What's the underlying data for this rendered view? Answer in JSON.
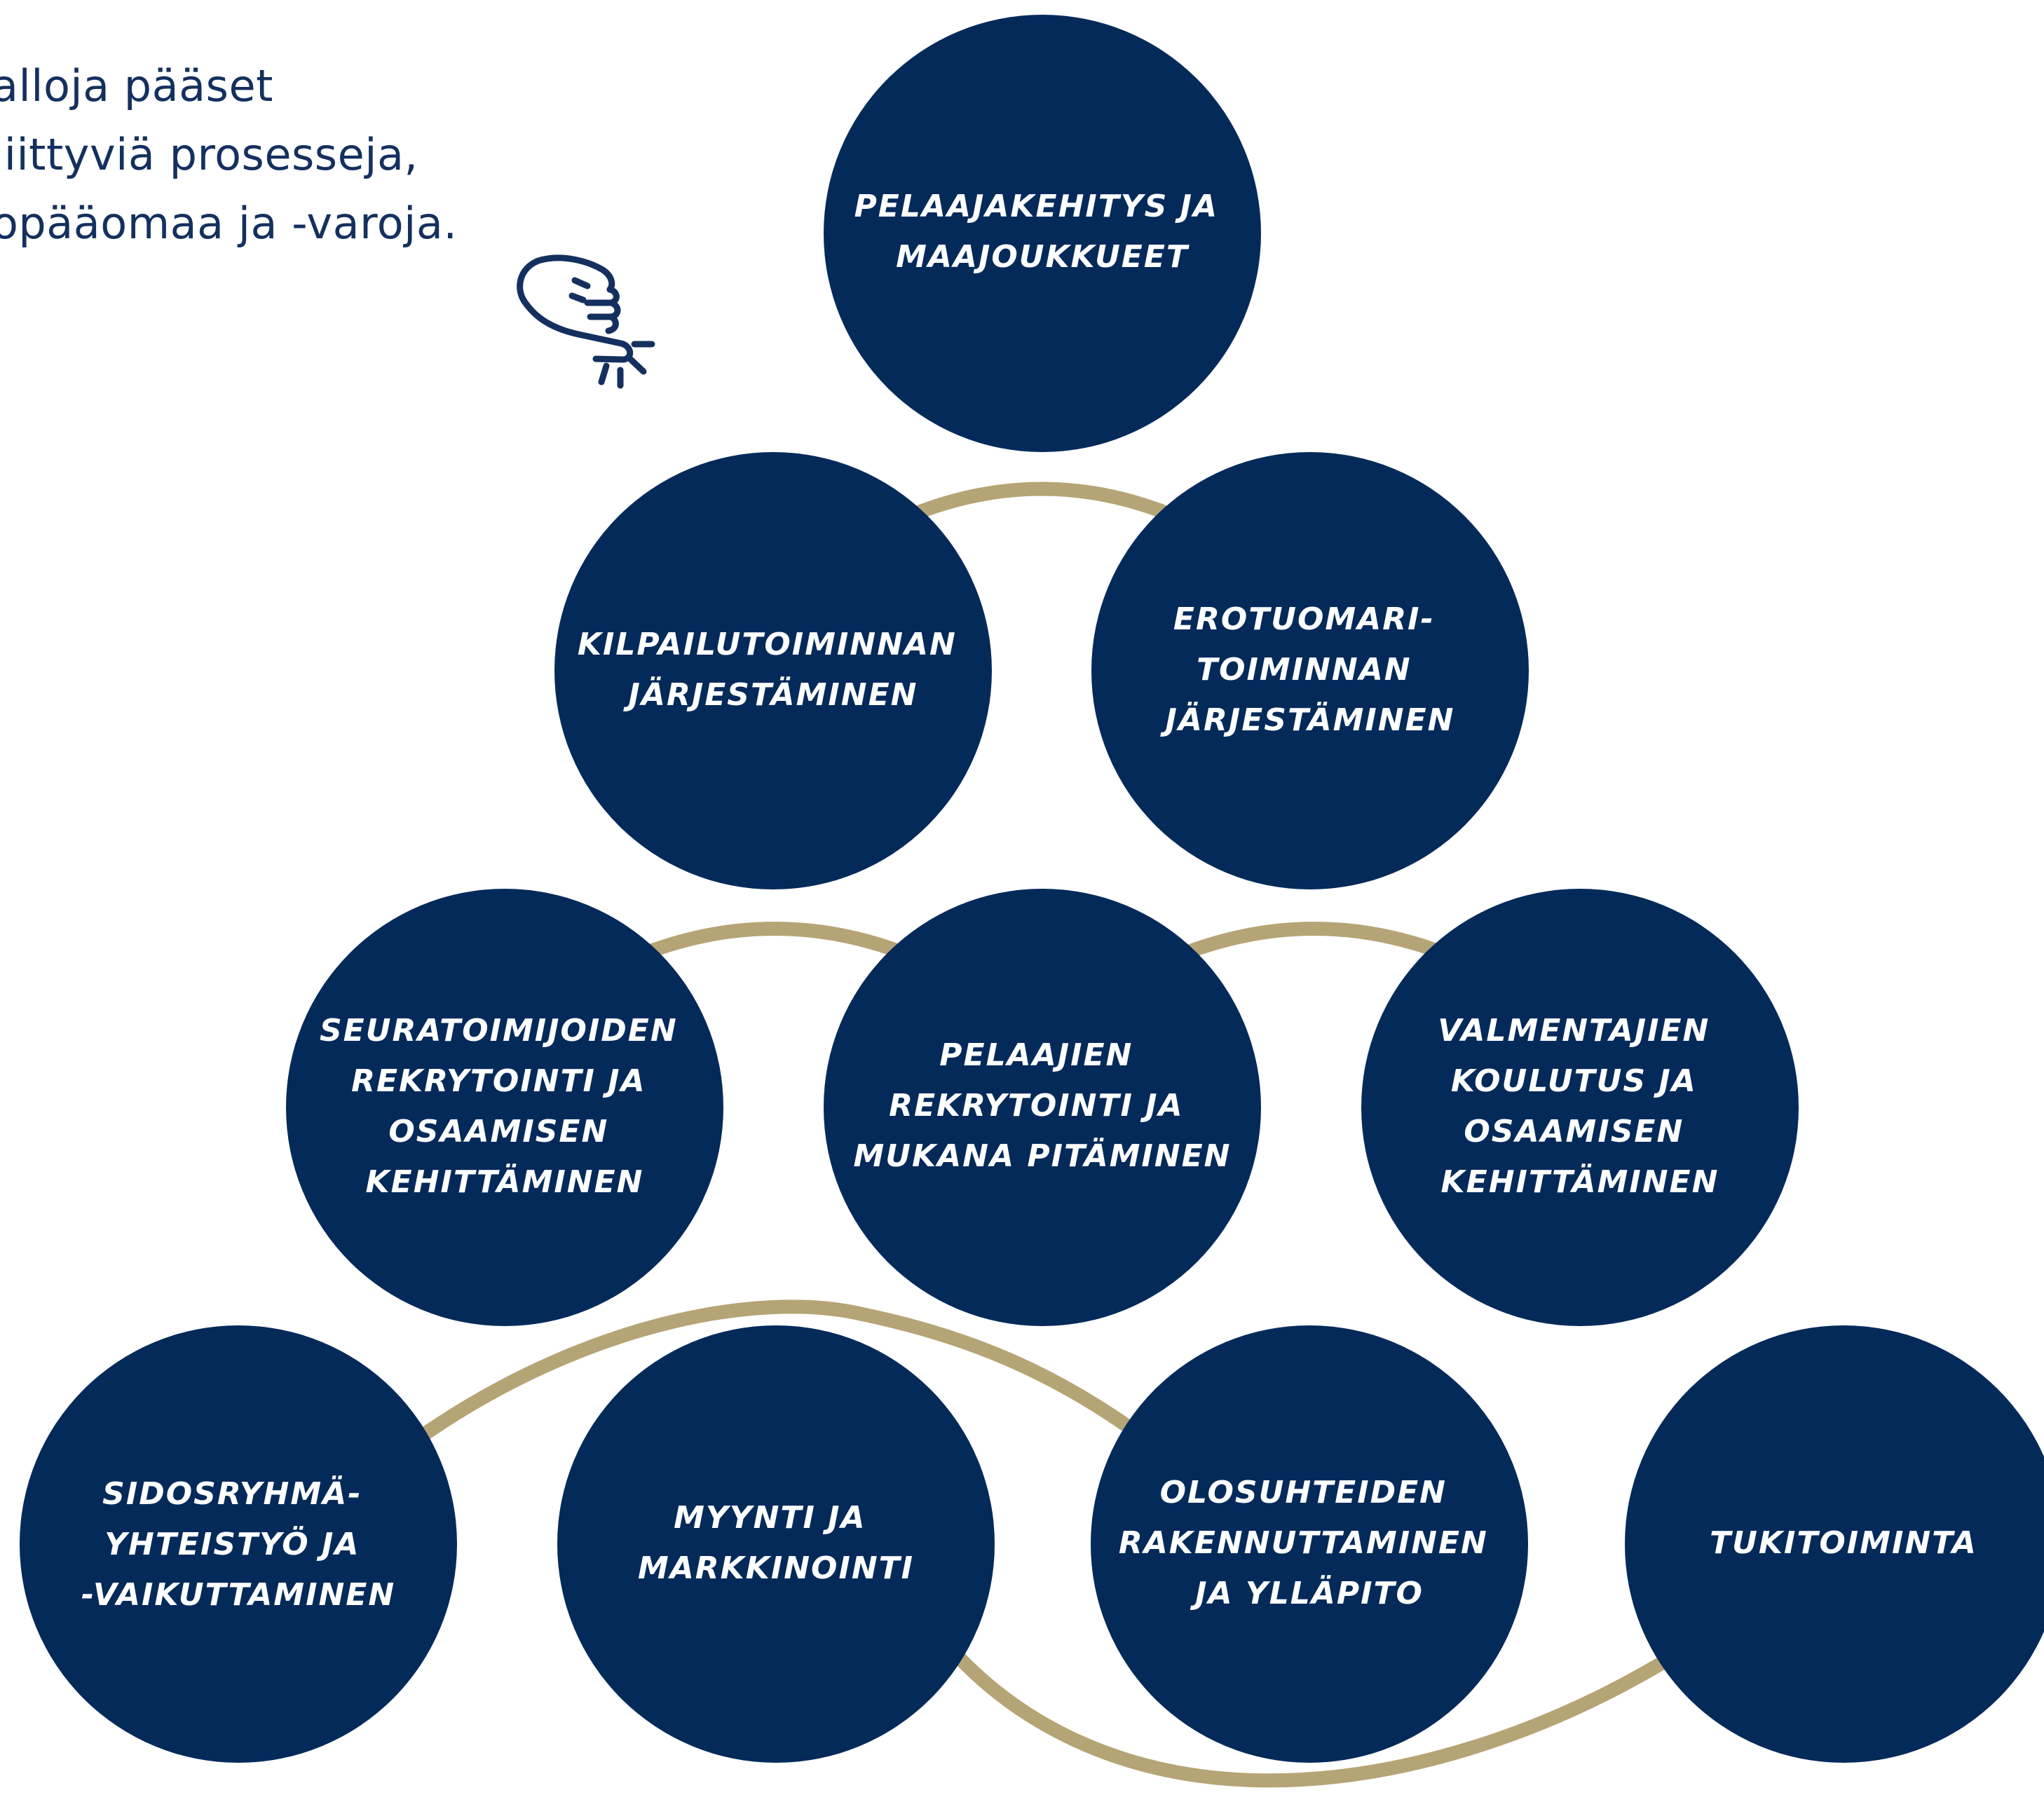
{
  "intro_lines": [
    "alloja pääset",
    "liittyviä prosesseja,",
    "opääomaa ja -varoja."
  ],
  "icon": "pointing-hand-icon",
  "colors": {
    "node_fill": "#042a5a",
    "node_text": "#ffffff",
    "connector": "#b5a475",
    "intro_text": "#14305f",
    "icon_stroke": "#14305f"
  },
  "nodes": [
    {
      "id": "pelaajakehitys",
      "lines": [
        "PELAAJAKEHITYS JA",
        "MAAJOUKKUEET"
      ]
    },
    {
      "id": "kilpailutoiminta",
      "lines": [
        "KILPAILUTOIMINNAN",
        "JÄRJESTÄMINEN"
      ]
    },
    {
      "id": "erotuomari",
      "lines": [
        "EROTUOMARI-",
        "TOIMINNAN",
        "JÄRJESTÄMINEN"
      ]
    },
    {
      "id": "seuratoimijat",
      "lines": [
        "SEURATOIMIJOIDEN",
        "REKRYTOINTI JA",
        "OSAAMISEN",
        "KEHITTÄMINEN"
      ]
    },
    {
      "id": "pelaajat",
      "lines": [
        "PELAAJIEN",
        "REKRYTOINTI JA",
        "MUKANA PITÄMINEN"
      ]
    },
    {
      "id": "valmentajat",
      "lines": [
        "VALMENTAJIEN",
        "KOULUTUS JA",
        "OSAAMISEN",
        "KEHITTÄMINEN"
      ]
    },
    {
      "id": "sidosryhma",
      "lines": [
        "SIDOSRYHMÄ-",
        "YHTEISTYÖ JA",
        "-VAIKUTTAMINEN"
      ]
    },
    {
      "id": "myynti",
      "lines": [
        "MYYNTI JA",
        "MARKKINOINTI"
      ]
    },
    {
      "id": "olosuhteet",
      "lines": [
        "OLOSUHTEIDEN",
        "RAKENNUTTAMINEN",
        "JA YLLÄPITO"
      ]
    },
    {
      "id": "tukitoiminta",
      "lines": [
        "TUKITOIMINTA"
      ]
    }
  ]
}
